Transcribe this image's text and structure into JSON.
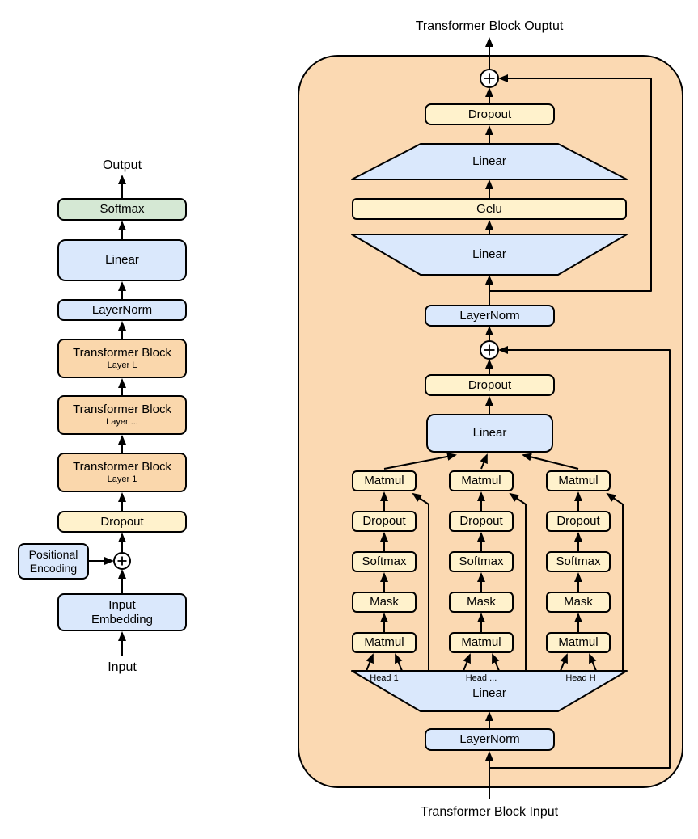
{
  "diagram": {
    "left": {
      "output_label": "Output",
      "softmax": "Softmax",
      "linear": "Linear",
      "layernorm": "LayerNorm",
      "blocks": [
        {
          "title": "Transformer Block",
          "subtitle": "Layer L"
        },
        {
          "title": "Transformer Block",
          "subtitle": "Layer ..."
        },
        {
          "title": "Transformer Block",
          "subtitle": "Layer 1"
        }
      ],
      "dropout": "Dropout",
      "positional_encoding": "Positional\nEncoding",
      "input_embedding": "Input\nEmbedding",
      "input_label": "Input"
    },
    "block": {
      "output_label": "Transformer Block Ouptut",
      "dropout_top": "Dropout",
      "linear_up": "Linear",
      "gelu": "Gelu",
      "linear_down": "Linear",
      "layernorm_mid": "LayerNorm",
      "dropout_attn": "Dropout",
      "linear_attn": "Linear",
      "heads": [
        {
          "label": "Head 1",
          "matmul_top": "Matmul",
          "dropout": "Dropout",
          "softmax": "Softmax",
          "mask": "Mask",
          "matmul_bottom": "Matmul"
        },
        {
          "label": "Head ...",
          "matmul_top": "Matmul",
          "dropout": "Dropout",
          "softmax": "Softmax",
          "mask": "Mask",
          "matmul_bottom": "Matmul"
        },
        {
          "label": "Head H",
          "matmul_top": "Matmul",
          "dropout": "Dropout",
          "softmax": "Softmax",
          "mask": "Mask",
          "matmul_bottom": "Matmul"
        }
      ],
      "linear_split": "Linear",
      "layernorm_bottom": "LayerNorm",
      "input_label": "Transformer Block Input"
    }
  },
  "icons": {
    "residual_add": "plus-circle"
  },
  "colors": {
    "blue": "#dae8fc",
    "yellow": "#fff2cc",
    "green": "#d5e8d4",
    "orange": "#fad7ac",
    "container": "#fbd9b2",
    "line": "#000000"
  }
}
